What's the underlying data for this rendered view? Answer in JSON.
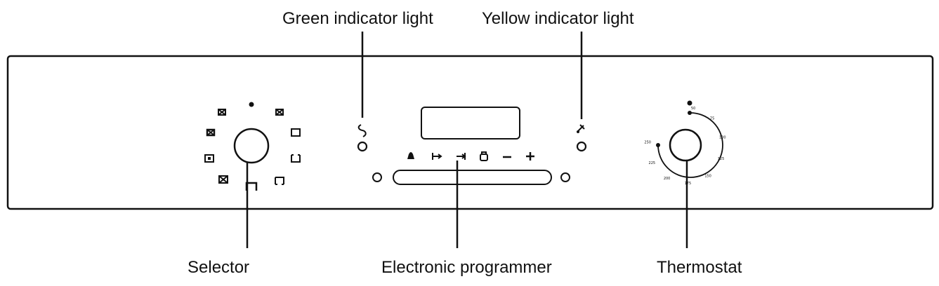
{
  "callouts": {
    "green_indicator_light": "Green indicator light",
    "yellow_indicator_light": "Yellow indicator light",
    "selector": "Selector",
    "electronic_programmer": "Electronic programmer",
    "thermostat": "Thermostat"
  },
  "programmer": {
    "buttons": [
      "bell-icon",
      "cooking-duration-icon",
      "end-of-cooking-icon",
      "manual-icon",
      "minus-icon",
      "plus-icon"
    ]
  },
  "selector": {
    "functions": [
      "oven-light-dot-icon",
      "grill-fan-icon",
      "full-grill-icon",
      "bottom-heat-fan-icon",
      "top-bottom-heat-icon",
      "defrost-fan-icon",
      "bottom-heat-icon",
      "top-heat-icon",
      "bottom-element-icon"
    ]
  },
  "thermostat": {
    "scale": [
      "50",
      "75",
      "100",
      "125",
      "150",
      "175",
      "200",
      "225",
      "250"
    ]
  },
  "colors": {
    "line": "#111111",
    "background": "#ffffff"
  }
}
